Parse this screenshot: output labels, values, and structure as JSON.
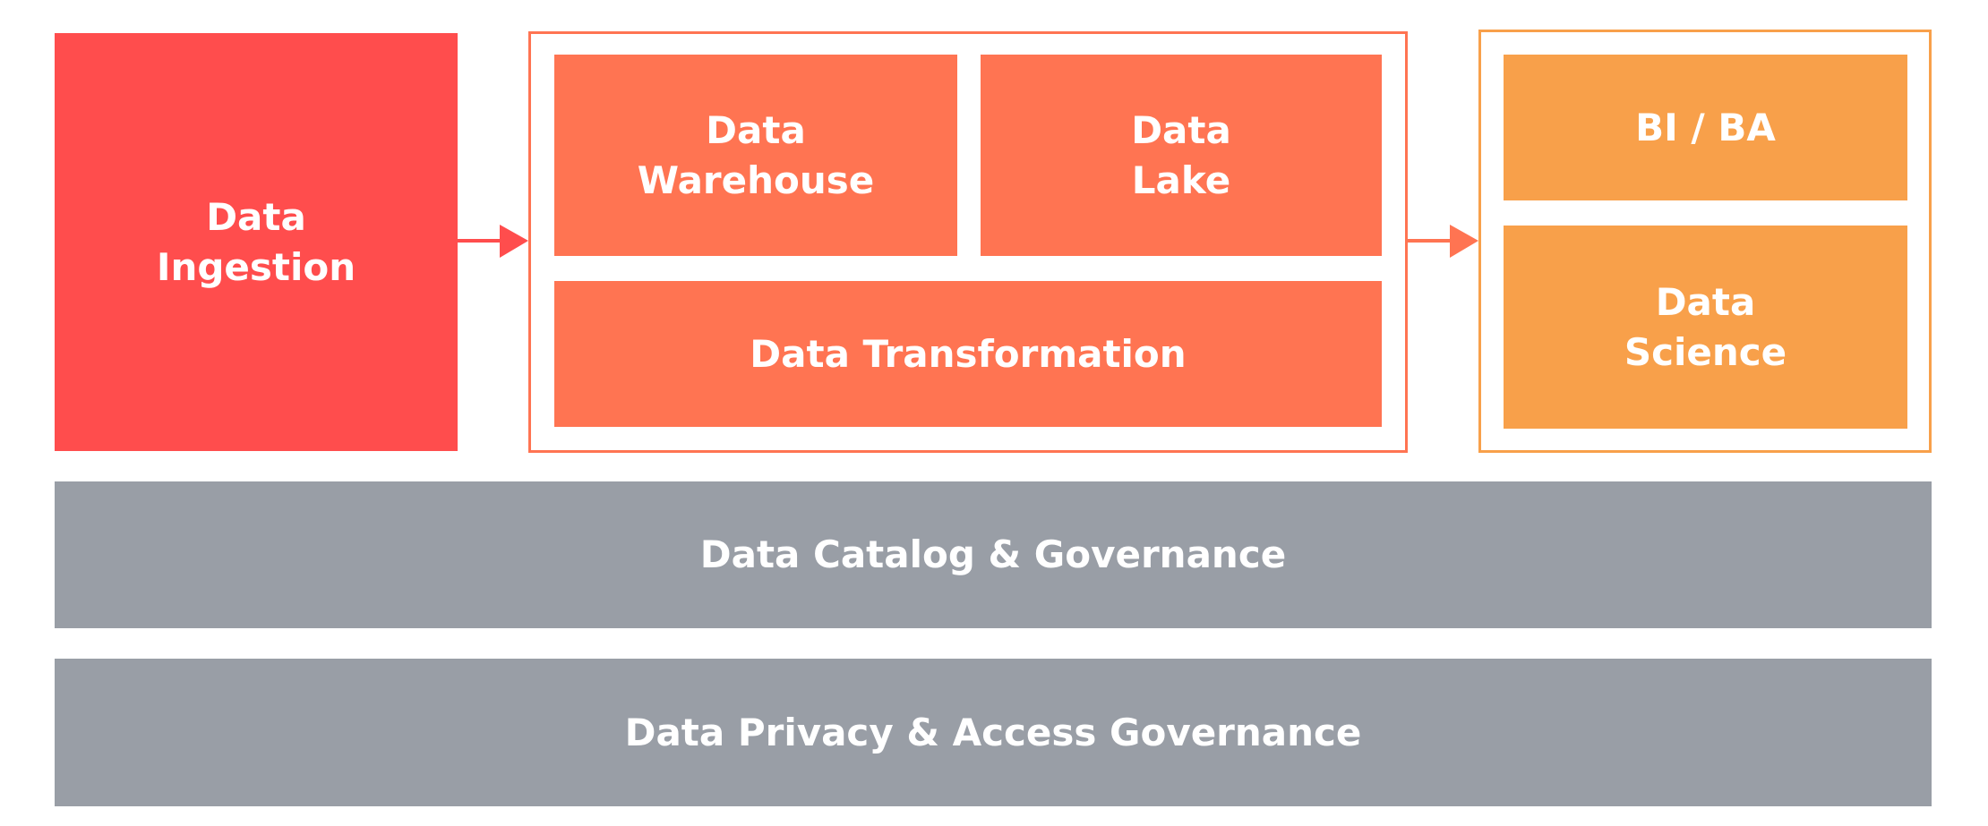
{
  "colors": {
    "ingestion": "#FF4D4D",
    "storage": "#FF7452",
    "consumption": "#F8A04A",
    "governance": "#999EA6"
  },
  "blocks": {
    "ingestion": "Data\nIngestion",
    "warehouse": "Data\nWarehouse",
    "lake": "Data\nLake",
    "transformation": "Data Transformation",
    "bi": "BI / BA",
    "science": "Data\nScience",
    "catalog": "Data Catalog & Governance",
    "privacy": "Data Privacy & Access Governance"
  },
  "icons": {
    "arrow1": "arrow-right-icon",
    "arrow2": "arrow-right-icon"
  }
}
